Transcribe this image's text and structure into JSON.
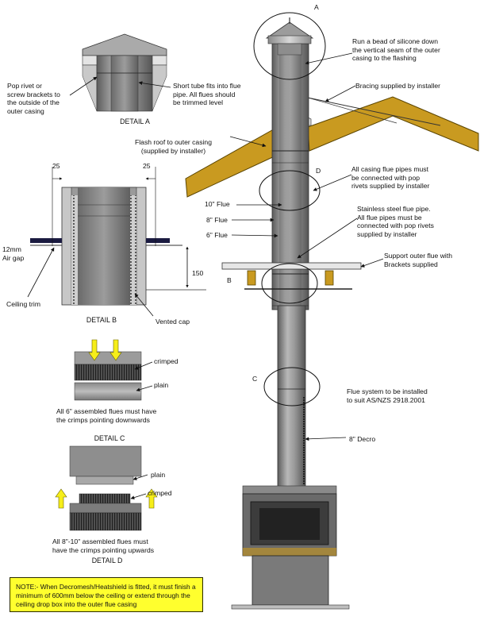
{
  "detail_a": {
    "caption": "DETAIL A",
    "pop_rivet": "Pop rivet or\nscrew brackets to\nthe outside of the\nouter casing",
    "short_tube": "Short tube fits into flue\npipe. All flues should\nbe trimmed level"
  },
  "detail_b": {
    "caption": "DETAIL B",
    "dim_left": "25",
    "dim_right": "25",
    "air_gap": "12mm\nAir gap",
    "dim_150": "150",
    "ceiling_trim": "Ceiling trim",
    "vented_cap": "Vented cap"
  },
  "detail_c": {
    "caption": "DETAIL C",
    "crimped": "crimped",
    "plain": "plain",
    "note": "All 6\" assembled flues must have\nthe crimps pointing downwards"
  },
  "detail_d": {
    "caption": "DETAIL D",
    "plain": "plain",
    "crimped": "crimped",
    "note": "All 8\"-10\" assembled flues must\nhave the crimps pointing upwards"
  },
  "main": {
    "letter_a": "A",
    "letter_b": "B",
    "letter_c": "C",
    "letter_d": "D",
    "silicone": "Run a bead of silicone down\nthe vertical seam of the outer\ncasing to the flashing",
    "bracing": "Bracing supplied by installer",
    "flash_roof": "Flash roof to outer casing\n(supplied by installer)",
    "casing_pipes": "All casing flue pipes must\nbe connected with pop\nrivets supplied by installer",
    "flue_10": "10\" Flue",
    "flue_8": "8\" Flue",
    "flue_6": "6\" Flue",
    "stainless": "Stainless steel flue pipe.\nAll flue pipes must be\nconnected with pop rivets\nsupplied by installer",
    "support": "Support outer flue with\nBrackets supplied",
    "flue_system": "Flue system to be installed\nto suit AS/NZS 2918.2001",
    "decro": "8\" Decro"
  },
  "note_box": {
    "text": "NOTE:- When Decromesh/Heatshield is fitted, it must finish a minimum of 600mm below the ceiling or extend through the ceiling drop box into the outer flue casing"
  },
  "colors": {
    "roof": "#c99a20",
    "bracket": "#c99a20",
    "flue_dark": "#6e6e6e",
    "flue_light": "#a9a9a9",
    "note_bg": "#ffff2e",
    "arrow_yellow": "#f6ee1a"
  }
}
